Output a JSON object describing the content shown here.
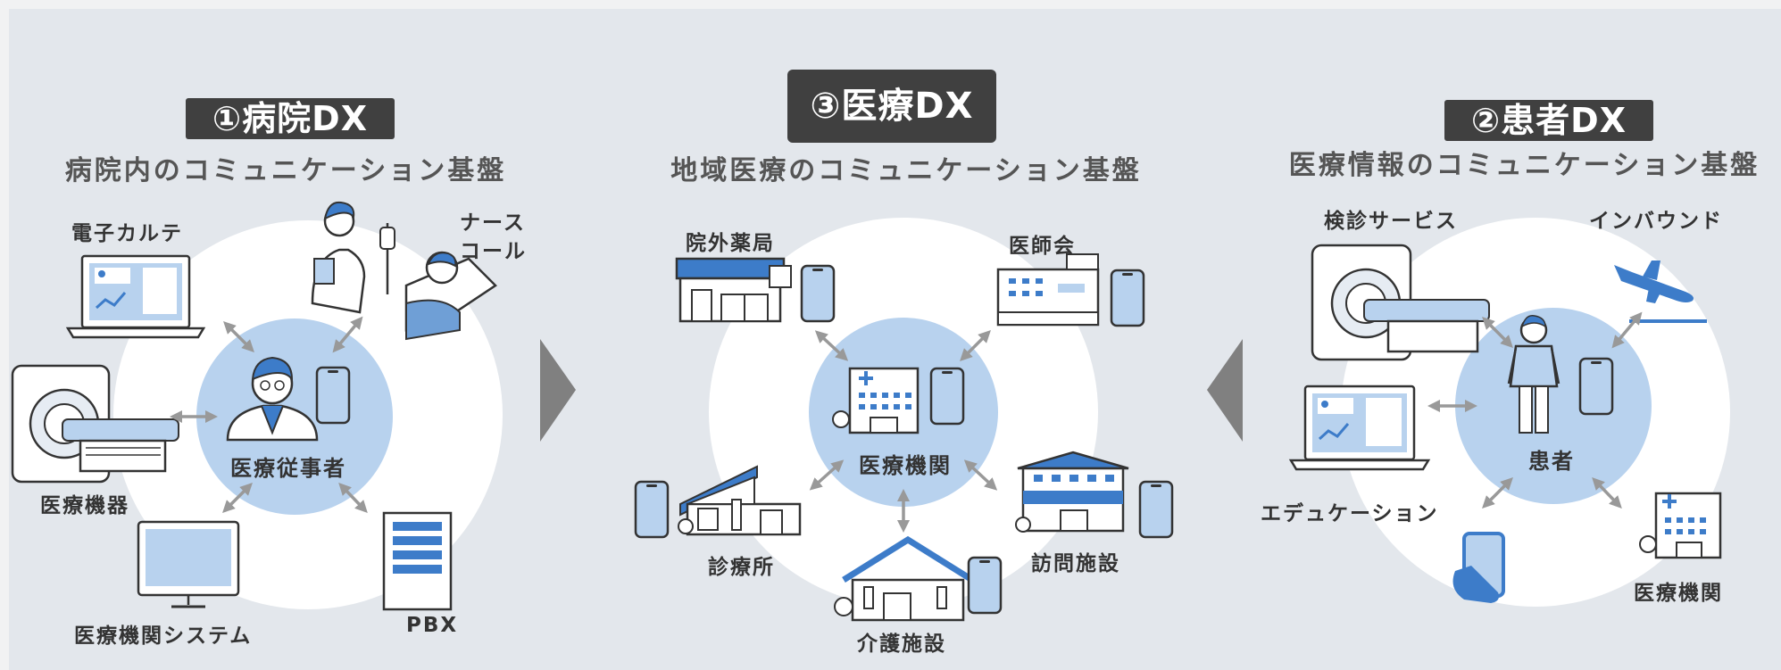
{
  "panels": {
    "hospital": {
      "tag": "①病院DX",
      "subtitle": "病院内のコミュニケーション基盤",
      "center": "医療従事者",
      "nodes": {
        "emr": "電子カルテ",
        "nurse_call_1": "ナース",
        "nurse_call_2": "コール",
        "medical_device": "医療機器",
        "institution_system": "医療機関システム",
        "pbx": "PBX"
      }
    },
    "medical": {
      "tag": "③医療DX",
      "subtitle": "地域医療のコミュニケーション基盤",
      "center": "医療機関",
      "nodes": {
        "pharmacy": "院外薬局",
        "medical_association": "医師会",
        "clinic": "診療所",
        "visiting_facility": "訪問施設",
        "care_facility": "介護施設"
      }
    },
    "patient": {
      "tag": "②患者DX",
      "subtitle": "医療情報のコミュニケーション基盤",
      "center": "患者",
      "nodes": {
        "checkup": "検診サービス",
        "inbound": "インバウンド",
        "education": "エデュケーション",
        "institution": "医療機関"
      }
    }
  },
  "colors": {
    "background": "#e3e7ec",
    "circle": "#ffffff",
    "center_disc": "#b8d2ee",
    "accent_blue": "#3d7cc9",
    "arrow": "#999999",
    "tag": "#404040",
    "chevron": "#808080"
  }
}
